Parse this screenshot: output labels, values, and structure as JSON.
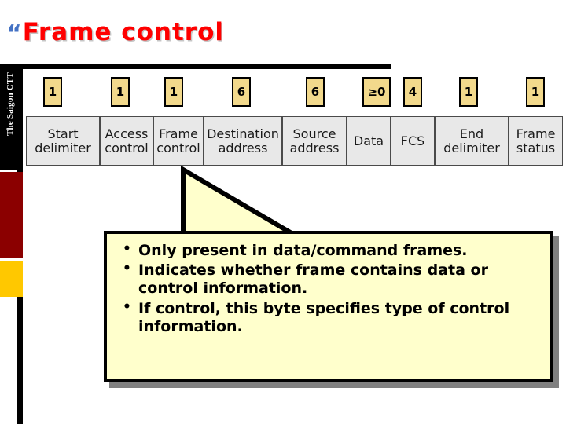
{
  "slide": {
    "title": {
      "bullet_glyph": "“",
      "text": "Frame control",
      "color": "#ff0000",
      "bullet_color": "#4472c4"
    },
    "sidebar": {
      "vertical_label": "The Saigon CTT",
      "block_colors": {
        "black": "#000000",
        "red": "#8b0000",
        "gold": "#ffc800"
      }
    },
    "diagram": {
      "name": "token-ring-frame-format",
      "size_unit_note": "",
      "fields": [
        {
          "size": "1",
          "label_line1": "Start",
          "label_line2": "delimiter"
        },
        {
          "size": "1",
          "label_line1": "Access",
          "label_line2": "control"
        },
        {
          "size": "1",
          "label_line1": "Frame",
          "label_line2": "control"
        },
        {
          "size": "6",
          "label_line1": "Destination",
          "label_line2": "address"
        },
        {
          "size": "6",
          "label_line1": "Source",
          "label_line2": "address"
        },
        {
          "size": "≥0",
          "label_line1": "Data",
          "label_line2": ""
        },
        {
          "size": "4",
          "label_line1": "FCS",
          "label_line2": ""
        },
        {
          "size": "1",
          "label_line1": "End",
          "label_line2": "delimiter"
        },
        {
          "size": "1",
          "label_line1": "Frame",
          "label_line2": "status"
        }
      ],
      "cell_fill": "#e8e8e8",
      "size_box_fill": "#f2d98c"
    },
    "callout": {
      "points": [
        "Only present in data/command frames.",
        "Indicates whether frame contains data or control information.",
        "If control, this byte specifies type of control information."
      ],
      "fill": "#ffffcc",
      "border": "#000000",
      "shadow": "#808080",
      "points_to": "Frame control"
    }
  }
}
